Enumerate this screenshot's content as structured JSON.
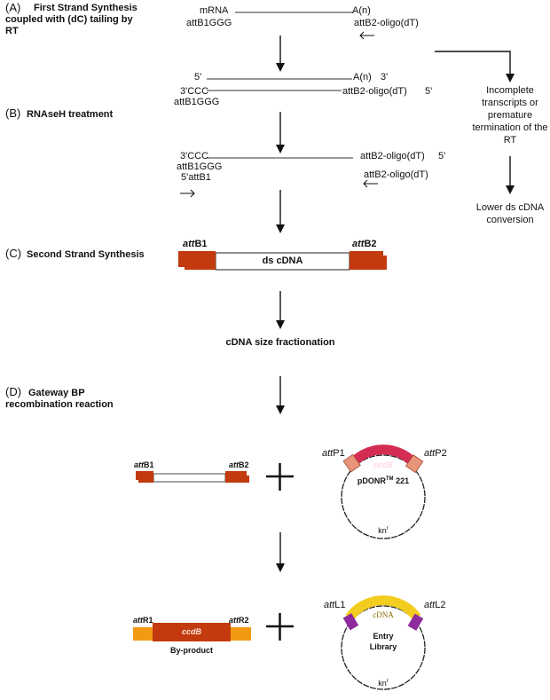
{
  "stepA": {
    "letter": "(A)",
    "title_l1": "First Strand Synthesis",
    "title_l2": "coupled with (dC) tailing by",
    "title_l3": "RT"
  },
  "stepA_strand": {
    "top_left": "mRNA",
    "top_right": "A(n)",
    "bottom_left": "attB1GGG",
    "bottom_right": "attB2-oligo(dT)"
  },
  "stepB": {
    "letter": "(B)",
    "title": "RNAseH treatment"
  },
  "stepB_strand": {
    "five_prime": "5'",
    "an": "A(n)",
    "three_prime_end": "3'",
    "ccc": "3'CCC",
    "attb1ggg": "attB1GGG",
    "attb2": "attB2-oligo(dT)",
    "five_prime_end": "5'"
  },
  "stepB2_strand": {
    "ccc": "3'CCC",
    "attb1ggg": "attB1GGG",
    "attb1": "5'attB1",
    "attb2_top": "attB2-oligo(dT)",
    "five_prime_end": "5'",
    "attb2_bottom": "attB2-oligo(dT)"
  },
  "side": {
    "incomplete_l1": "Incomplete",
    "incomplete_l2": "transcripts or",
    "incomplete_l3": "premature",
    "incomplete_l4": "termination of the",
    "incomplete_l5": "RT",
    "lower_l1": "Lower ds cDNA",
    "lower_l2": "conversion"
  },
  "stepC": {
    "letter": "(C)",
    "title": "Second Strand Synthesis",
    "att_left_italic": "att",
    "att_left_rest": "B1",
    "att_right_italic": "att",
    "att_right_rest": "B2",
    "center": "ds cDNA"
  },
  "fractionation": "cDNA size fractionation",
  "stepD": {
    "letter": "(D)",
    "title_l1": "Gateway BP",
    "title_l2": "recombination reaction"
  },
  "insert": {
    "att_left_italic": "att",
    "att_left_rest": "B1",
    "att_right_italic": "att",
    "att_right_rest": "B2"
  },
  "plus_sign": "+",
  "donor": {
    "attp1_italic": "att",
    "attp1_rest": "P1",
    "attp2_italic": "att",
    "attp2_rest": "P2",
    "ccdb": "ccdB",
    "name": "pDONR",
    "tm": "TM",
    "number": " 221",
    "kn": "kn",
    "kn_sup": "r"
  },
  "byproduct": {
    "attr1_italic": "att",
    "attr1_rest": "R1",
    "attr2_italic": "att",
    "attr2_rest": "R2",
    "ccdb": "ccdB",
    "label": "By-product"
  },
  "entry": {
    "attl1_italic": "att",
    "attl1_rest": "L1",
    "attl2_italic": "att",
    "attl2_rest": "L2",
    "cdna": "cDNA",
    "name_l1": "Entry",
    "name_l2": "Library",
    "kn": "kn",
    "kn_sup": "r"
  },
  "colors": {
    "rust": "#c23a0e",
    "salmon": "#e89478",
    "crimson": "#d42c52",
    "yellow": "#f2cc1e",
    "purple": "#8e2a9c",
    "orange": "#f39a14",
    "line": "#222222"
  }
}
